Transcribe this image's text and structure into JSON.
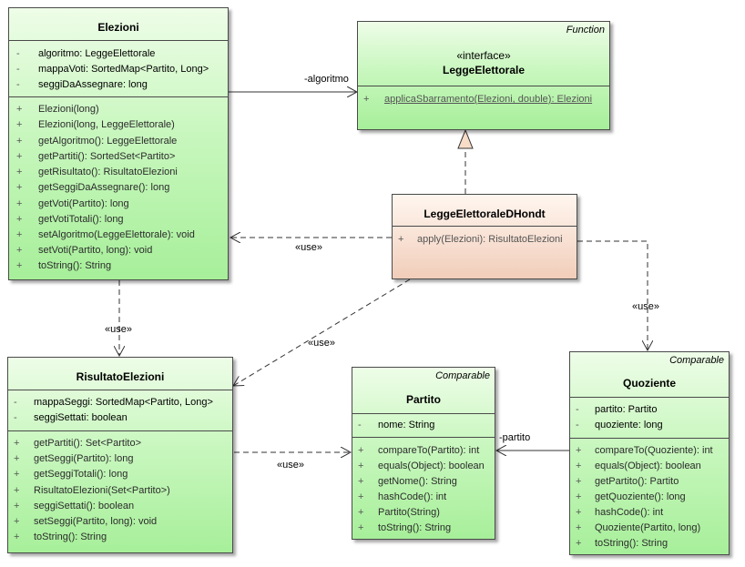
{
  "elezioni": {
    "name": "Elezioni",
    "attributes": [
      {
        "vis": "-",
        "text": "algoritmo: LeggeElettorale"
      },
      {
        "vis": "-",
        "text": "mappaVoti: SortedMap<Partito, Long>"
      },
      {
        "vis": "-",
        "text": "seggiDaAssegnare: long"
      }
    ],
    "operations": [
      {
        "vis": "+",
        "text": "Elezioni(long)"
      },
      {
        "vis": "+",
        "text": "Elezioni(long, LeggeElettorale)"
      },
      {
        "vis": "+",
        "text": "getAlgoritmo(): LeggeElettorale"
      },
      {
        "vis": "+",
        "text": "getPartiti(): SortedSet<Partito>"
      },
      {
        "vis": "+",
        "text": "getRisultato(): RisultatoElezioni"
      },
      {
        "vis": "+",
        "text": "getSeggiDaAssegnare(): long"
      },
      {
        "vis": "+",
        "text": "getVoti(Partito): long"
      },
      {
        "vis": "+",
        "text": "getVotiTotali(): long"
      },
      {
        "vis": "+",
        "text": "setAlgoritmo(LeggeElettorale): void"
      },
      {
        "vis": "+",
        "text": "setVoti(Partito, long): void"
      },
      {
        "vis": "+",
        "text": "toString(): String"
      }
    ]
  },
  "legge_elettorale": {
    "tag": "Function",
    "stereotype": "«interface»",
    "name": "LeggeElettorale",
    "operations": [
      {
        "vis": "+",
        "text": "applicaSbarramento(Elezioni, double): Elezioni"
      }
    ]
  },
  "legge_dhondt": {
    "name": "LeggeElettoraleDHondt",
    "operations": [
      {
        "vis": "+",
        "text": "apply(Elezioni): RisultatoElezioni"
      }
    ]
  },
  "risultato": {
    "name": "RisultatoElezioni",
    "attributes": [
      {
        "vis": "-",
        "text": "mappaSeggi: SortedMap<Partito, Long>"
      },
      {
        "vis": "-",
        "text": "seggiSettati: boolean"
      }
    ],
    "operations": [
      {
        "vis": "+",
        "text": "getPartiti(): Set<Partito>"
      },
      {
        "vis": "+",
        "text": "getSeggi(Partito): long"
      },
      {
        "vis": "+",
        "text": "getSeggiTotali(): long"
      },
      {
        "vis": "+",
        "text": "RisultatoElezioni(Set<Partito>)"
      },
      {
        "vis": "+",
        "text": "seggiSettati(): boolean"
      },
      {
        "vis": "+",
        "text": "setSeggi(Partito, long): void"
      },
      {
        "vis": "+",
        "text": "toString(): String"
      }
    ]
  },
  "partito": {
    "tag": "Comparable",
    "name": "Partito",
    "attributes": [
      {
        "vis": "-",
        "text": "nome: String"
      }
    ],
    "operations": [
      {
        "vis": "+",
        "text": "compareTo(Partito): int"
      },
      {
        "vis": "+",
        "text": "equals(Object): boolean"
      },
      {
        "vis": "+",
        "text": "getNome(): String"
      },
      {
        "vis": "+",
        "text": "hashCode(): int"
      },
      {
        "vis": "+",
        "text": "Partito(String)"
      },
      {
        "vis": "+",
        "text": "toString(): String"
      }
    ]
  },
  "quoziente": {
    "tag": "Comparable",
    "name": "Quoziente",
    "attributes": [
      {
        "vis": "-",
        "text": "partito: Partito"
      },
      {
        "vis": "-",
        "text": "quoziente: long"
      }
    ],
    "operations": [
      {
        "vis": "+",
        "text": "compareTo(Quoziente): int"
      },
      {
        "vis": "+",
        "text": "equals(Object): boolean"
      },
      {
        "vis": "+",
        "text": "getPartito(): Partito"
      },
      {
        "vis": "+",
        "text": "getQuoziente(): long"
      },
      {
        "vis": "+",
        "text": "hashCode(): int"
      },
      {
        "vis": "+",
        "text": "Quoziente(Partito, long)"
      },
      {
        "vis": "+",
        "text": "toString(): String"
      }
    ]
  },
  "edges": {
    "algoritmo": "-algoritmo",
    "partito": "-partito",
    "use1": "«use»",
    "use2": "«use»",
    "use3": "«use»",
    "use4": "«use»",
    "use5": "«use»"
  }
}
